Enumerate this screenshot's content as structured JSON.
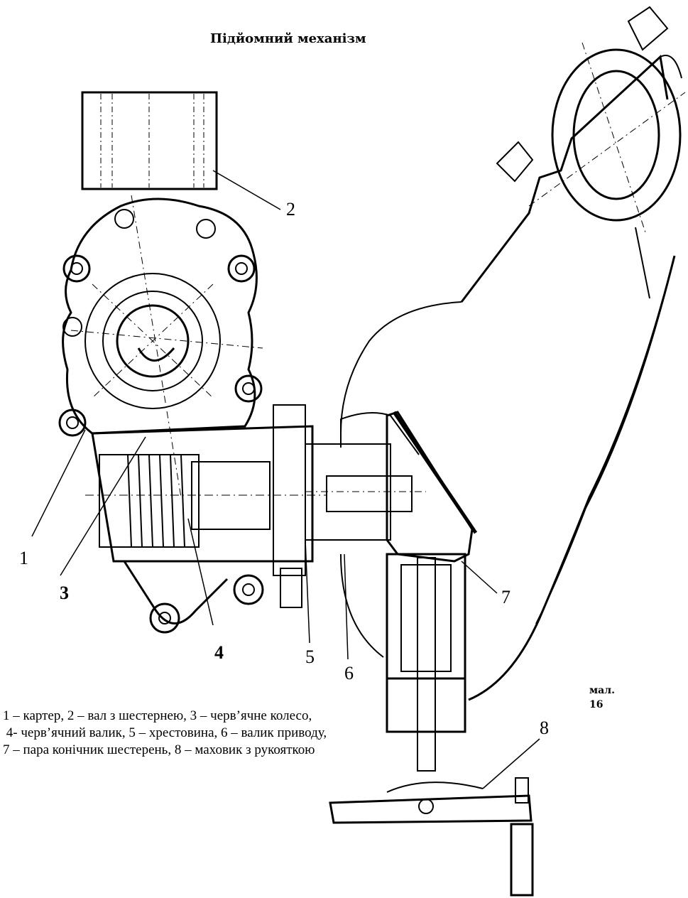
{
  "title": "Підйомний механізм",
  "figure_label": [
    "мал.",
    "16"
  ],
  "callouts": [
    "1",
    "2",
    "3",
    "4",
    "5",
    "6",
    "7",
    "8"
  ],
  "caption_lines": [
    "1 – картер, 2 – вал з шестернею, 3 – черв’ячне колесо,",
    " 4- черв’ячний валик, 5 – хрестовина, 6 – валик приводу,",
    "7 – пара конічник шестерень, 8 – маховик з рукояткою"
  ]
}
